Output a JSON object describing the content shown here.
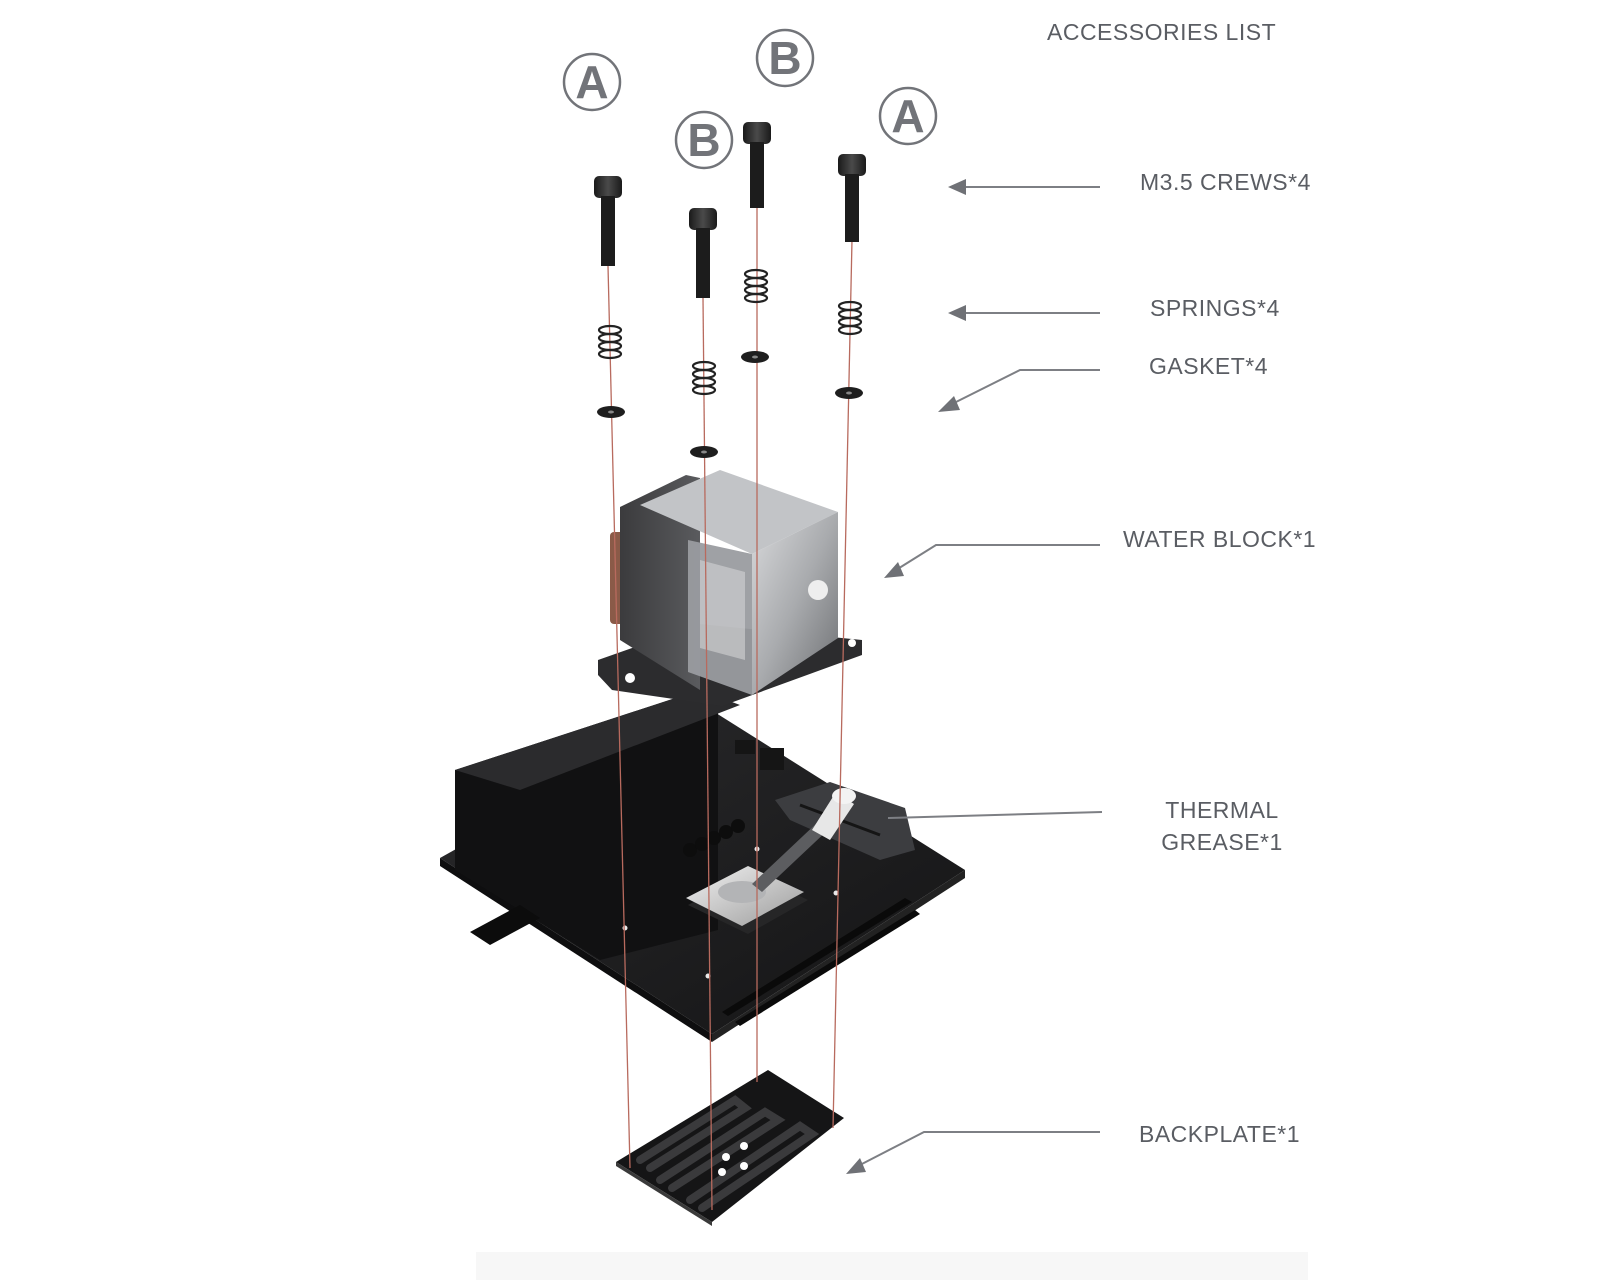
{
  "title": "ACCESSORIES LIST",
  "markers": [
    {
      "letter": "A"
    },
    {
      "letter": "B"
    },
    {
      "letter": "B"
    },
    {
      "letter": "A"
    }
  ],
  "callouts": [
    {
      "id": "screws",
      "label": "M3.5 CREWS*4"
    },
    {
      "id": "springs",
      "label": "SPRINGS*4"
    },
    {
      "id": "gasket",
      "label": "GASKET*4"
    },
    {
      "id": "water-block",
      "label": "WATER BLOCK*1"
    },
    {
      "id": "thermal-grease",
      "label_line1": "THERMAL",
      "label_line2": "GREASE*1"
    },
    {
      "id": "backplate",
      "label": "BACKPLATE*1"
    }
  ],
  "colors": {
    "text": "#5a5d63",
    "leader": "#7d7f84",
    "guide": "#b86a5e",
    "part_dark": "#1b1b1d",
    "marker": "#727479"
  }
}
